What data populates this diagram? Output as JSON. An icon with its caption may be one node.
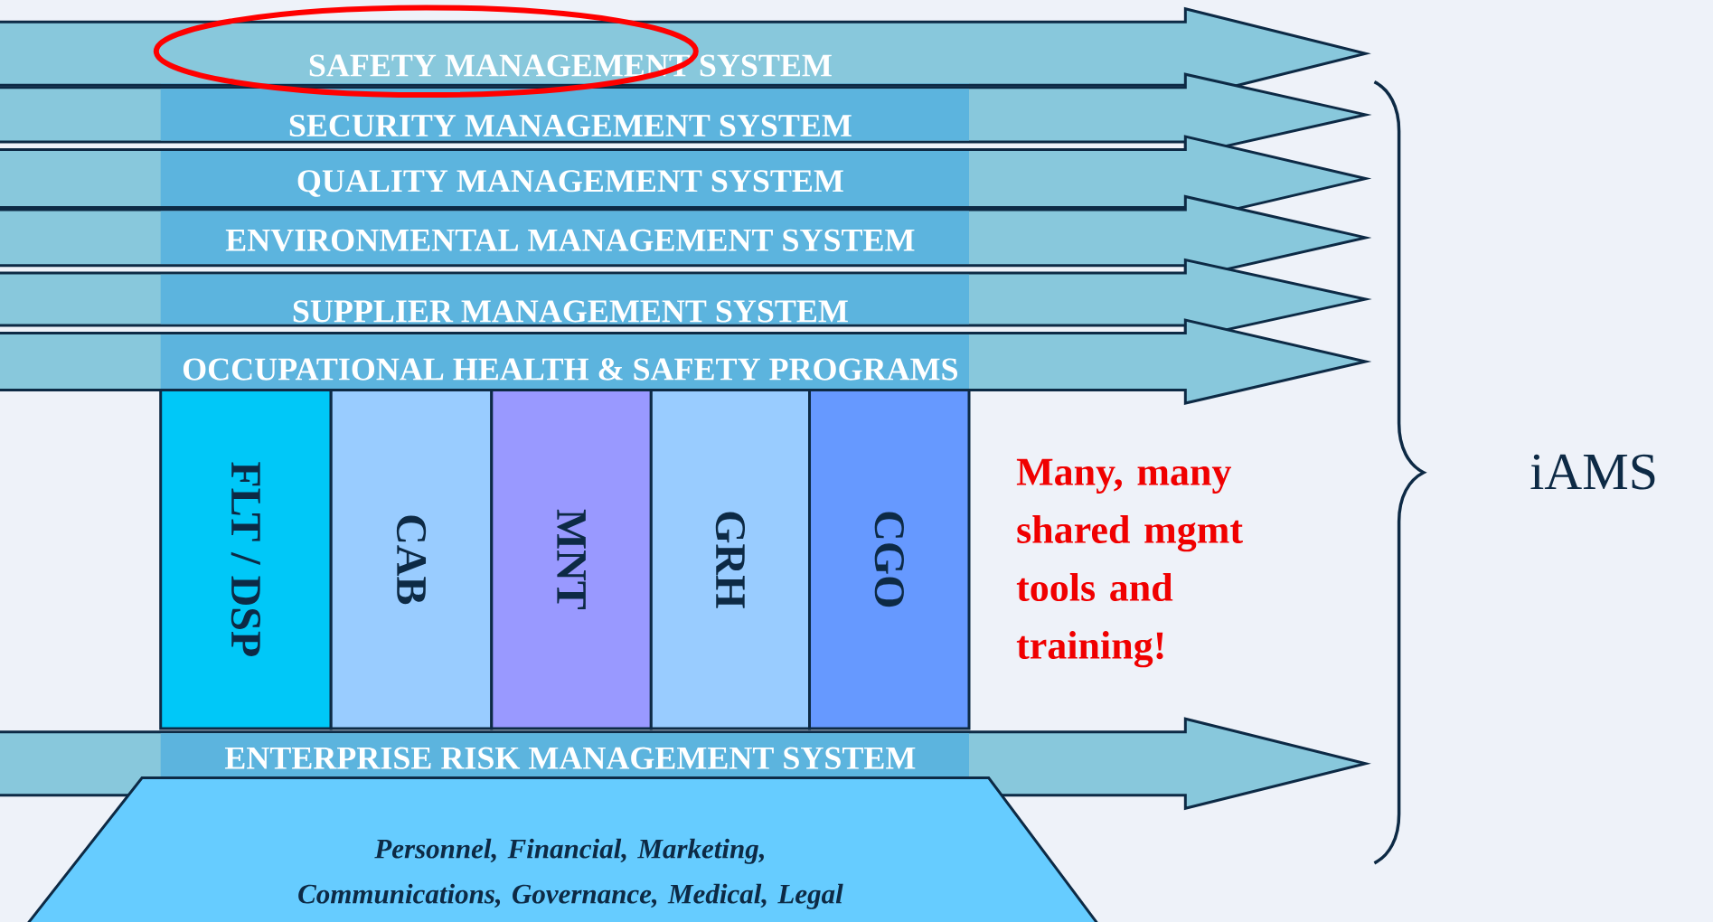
{
  "diagram": {
    "nodes": [
      {
        "text": [
          "SAFETY MANAGEMENT SYSTEM"
        ]
      },
      {
        "text": [
          "SECURITY MANAGEMENT SYSTEM"
        ]
      },
      {
        "text": [
          "QUALITY MANAGEMENT SYSTEM"
        ]
      },
      {
        "text": [
          "ENVIRONMENTAL MANAGEMENT SYSTEM"
        ]
      },
      {
        "text": [
          "SUPPLIER MANAGEMENT SYSTEM"
        ]
      },
      {
        "text": [
          "OCCUPATIONAL HEALTH & SAFETY PROGRAMS"
        ]
      },
      {
        "text": [
          "FLT / DSP"
        ]
      },
      {
        "text": [
          "CAB"
        ]
      },
      {
        "text": [
          "MNT"
        ]
      },
      {
        "text": [
          "GRH"
        ]
      },
      {
        "text": [
          "CGO"
        ]
      },
      {
        "text": [
          "ENTERPRISE RISK MANAGEMENT SYSTEM"
        ]
      },
      {
        "text": [
          "Personnel, Financial, Marketing, Communications, Governance, Medical, Legal"
        ]
      }
    ],
    "labels": [
      "Many, many shared mgmt tools and training!",
      "iAMS"
    ]
  }
}
